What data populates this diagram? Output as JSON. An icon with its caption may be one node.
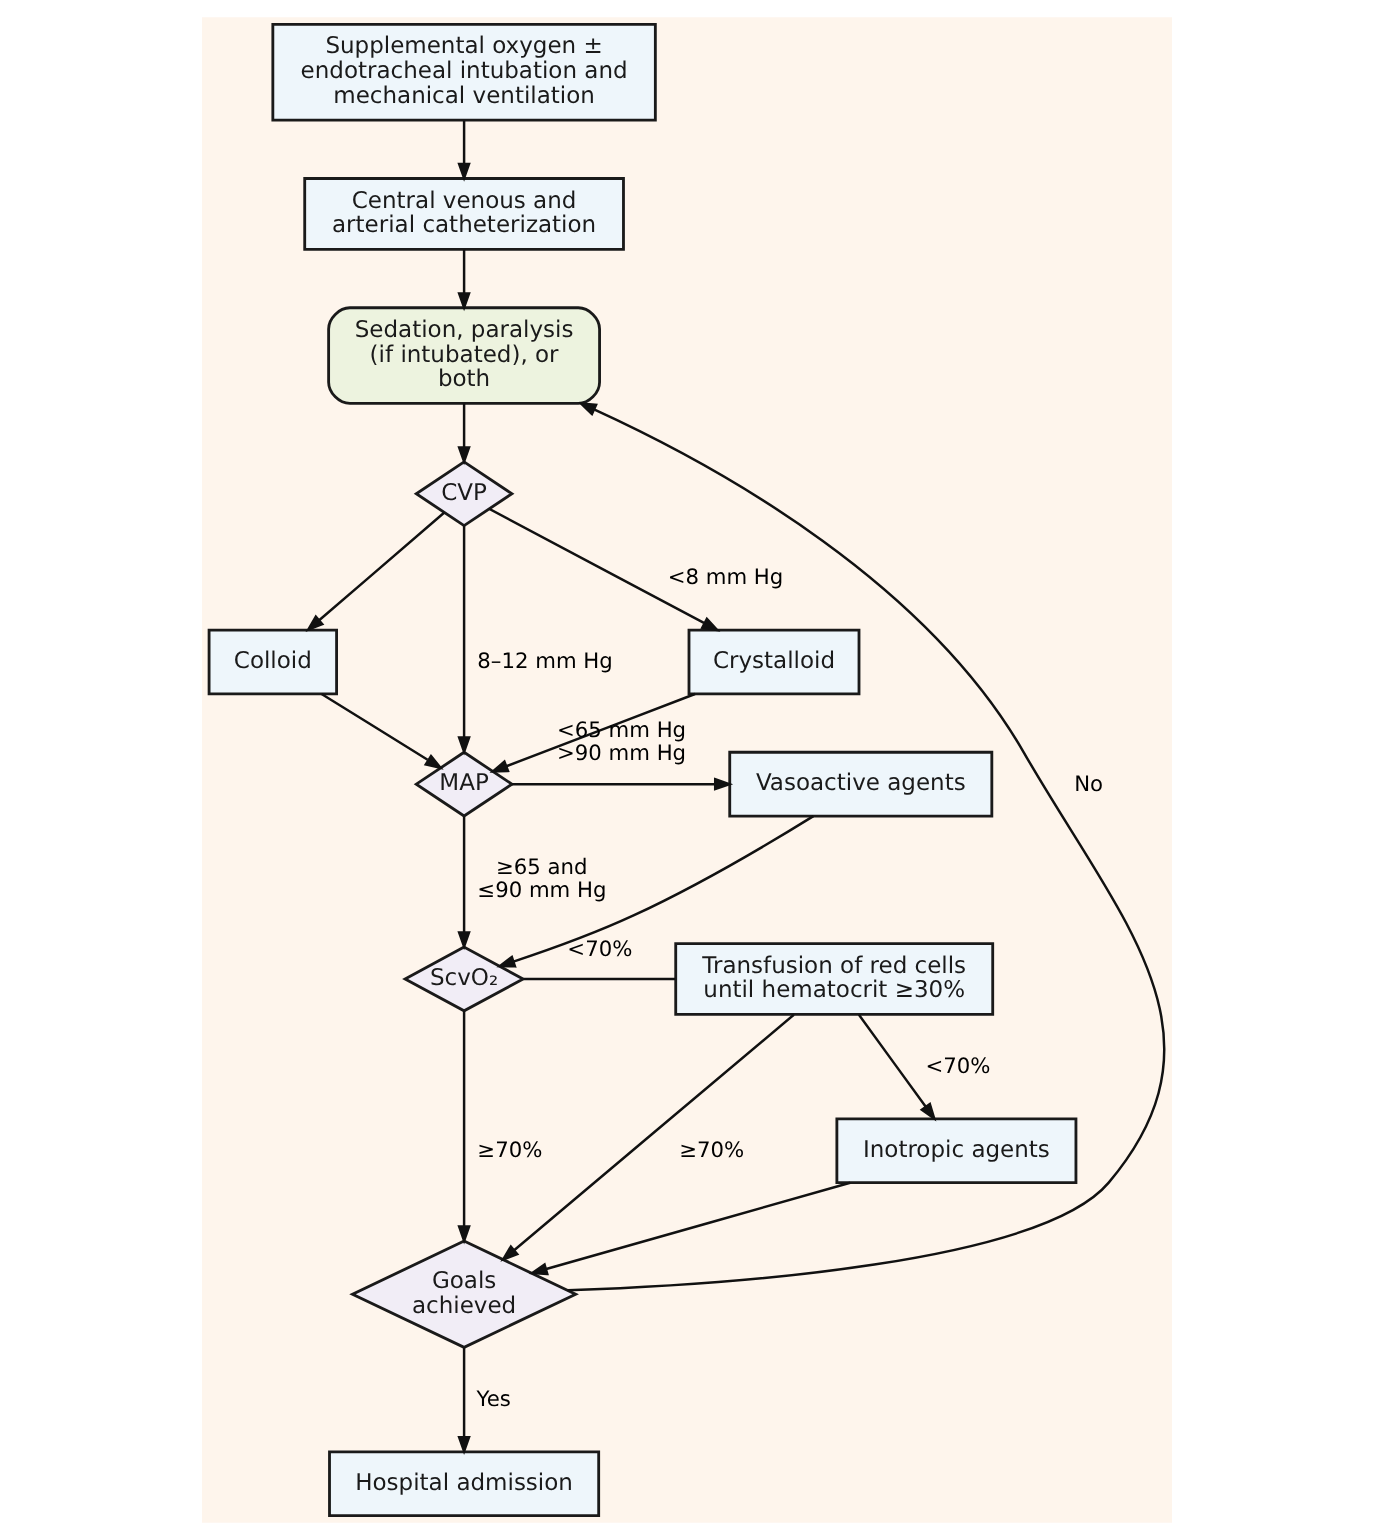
{
  "diagram": {
    "nodes": [
      {
        "text": [
          "Supplemental oxygen ± endotracheal intubation and mechanical ventilation"
        ]
      },
      {
        "text": [
          "Central venous and arterial catheterization"
        ]
      },
      {
        "text": [
          "Sedation, paralysis (if intubated), or both"
        ]
      },
      {
        "text": [
          "CVP"
        ]
      },
      {
        "text": [
          "Crystalloid"
        ]
      },
      {
        "text": [
          "Colloid"
        ]
      },
      {
        "text": [
          "MAP"
        ]
      },
      {
        "text": [
          "Vasoactive agents"
        ]
      },
      {
        "text": [
          "ScvO₂"
        ]
      },
      {
        "text": [
          "Transfusion of red cells until hematocrit ≥30%"
        ]
      },
      {
        "text": [
          "Inotropic agents"
        ]
      },
      {
        "text": [
          "Goals achieved"
        ]
      },
      {
        "text": [
          "Hospital admission"
        ]
      }
    ],
    "edges": [
      {
        "from": 0,
        "to": 1,
        "arrow": "to"
      },
      {
        "from": 1,
        "to": 2,
        "arrow": "to"
      },
      {
        "from": 2,
        "to": 3,
        "arrow": "to"
      },
      {
        "from": 3,
        "to": 4,
        "arrow": "to",
        "label": "<8 mm Hg"
      },
      {
        "from": 3,
        "to": 5,
        "arrow": "to"
      },
      {
        "from": 3,
        "to": 6,
        "arrow": "to",
        "label": "8–12 mm Hg"
      },
      {
        "from": 4,
        "to": 6,
        "arrow": "to"
      },
      {
        "from": 5,
        "to": 6,
        "arrow": "to"
      },
      {
        "from": 6,
        "to": 7,
        "arrow": "to",
        "label": "<65 mm Hg >90 mm Hg"
      },
      {
        "from": 6,
        "to": 8,
        "arrow": "to",
        "label": "≥65 and ≤90 mm Hg"
      },
      {
        "from": 7,
        "to": 8,
        "arrow": "to"
      },
      {
        "from": 8,
        "to": 9,
        "arrow": "none",
        "label": "<70%"
      },
      {
        "from": 8,
        "to": 11,
        "arrow": "to",
        "label": "≥70%"
      },
      {
        "from": 9,
        "to": 11,
        "arrow": "to",
        "label": "≥70%"
      },
      {
        "from": 9,
        "to": 10,
        "arrow": "to",
        "label": "<70%"
      },
      {
        "from": 10,
        "to": 11,
        "arrow": "to"
      },
      {
        "from": 11,
        "to": 2,
        "arrow": "to",
        "label": "No"
      },
      {
        "from": 11,
        "to": 12,
        "arrow": "to",
        "label": "Yes"
      }
    ]
  }
}
